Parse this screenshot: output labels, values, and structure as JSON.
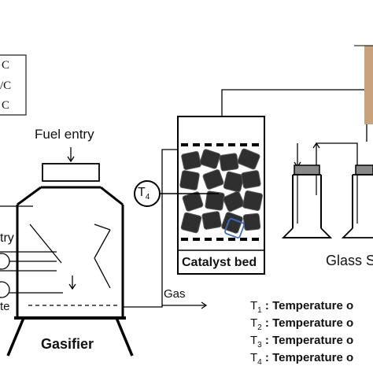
{
  "left_cut_labels": [
    "C",
    "/C",
    "C"
  ],
  "fuel_entry": "Fuel entry",
  "entry_cut": "try",
  "te_cut": "te",
  "gasifier": "Gasifier",
  "gas": "Gas",
  "catalyst_bed": "Catalyst bed",
  "thermocouple": {
    "letter": "T",
    "sub": "4"
  },
  "glass": "Glass S",
  "legend": [
    {
      "sym": "T",
      "sub": "1",
      "text": ": Temperature o"
    },
    {
      "sym": "T",
      "sub": "2",
      "text": ": Temperature o"
    },
    {
      "sym": "T",
      "sub": "3",
      "text": ": Temperature o"
    },
    {
      "sym": "T",
      "sub": "4",
      "text": ": Temperature o"
    }
  ]
}
